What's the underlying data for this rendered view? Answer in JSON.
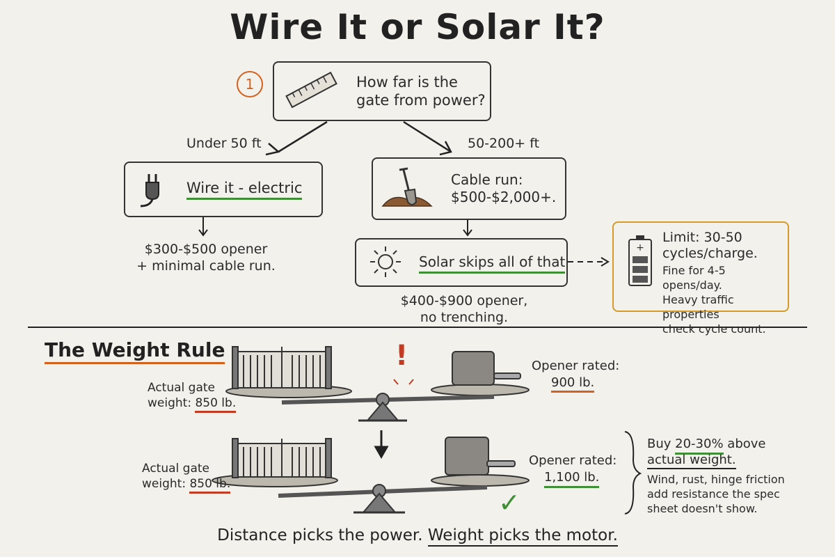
{
  "title": "Wire It or Solar It?",
  "step_number": "1",
  "question": {
    "line1": "How far is the",
    "line2": "gate from power?"
  },
  "branch_left_label": "Under 50 ft",
  "branch_right_label": "50-200+ ft",
  "wire_box_label": "Wire it - electric",
  "wire_cost": {
    "line1": "$300-$500 opener",
    "line2": "+ minimal cable run."
  },
  "cable_box": {
    "line1": "Cable run:",
    "line2": "$500-$2,000+."
  },
  "solar_box_label": "Solar skips all of that",
  "solar_cost": {
    "line1": "$400-$900 opener,",
    "line2": "no trenching."
  },
  "battery_note": {
    "line1": "Limit: 30-50",
    "line2": "cycles/charge.",
    "line3": "Fine for 4-5 opens/day.",
    "line4": "Heavy traffic properties",
    "line5": "check cycle count."
  },
  "weight_rule_title": "The Weight Rule",
  "scale1": {
    "gate_label_line1": "Actual gate",
    "gate_label_prefix": "weight: ",
    "gate_weight": "850 lb.",
    "opener_label": "Opener rated:",
    "opener_weight": "900 lb.",
    "alert_symbol": "!"
  },
  "scale2": {
    "gate_label_line1": "Actual gate",
    "gate_label_prefix": "weight: ",
    "gate_weight": "850 lb.",
    "opener_label": "Opener rated:",
    "opener_weight": "1,100 lb.",
    "check_symbol": "✓"
  },
  "advice": {
    "buy_prefix": "Buy ",
    "buy_percent": "20-30%",
    "buy_suffix": " above",
    "line2": "actual weight.",
    "line3": "Wind, rust, hinge friction",
    "line4": "add resistance the spec",
    "line5": "sheet doesn't show."
  },
  "footer": {
    "part1": "Distance picks the power. ",
    "part2": "Weight picks the motor."
  },
  "colors": {
    "accent_green": "#3f8f36",
    "accent_orange": "#d4621e",
    "accent_red": "#c23b22",
    "battery_border": "#d69a2a",
    "ink": "#2a2a2a"
  }
}
